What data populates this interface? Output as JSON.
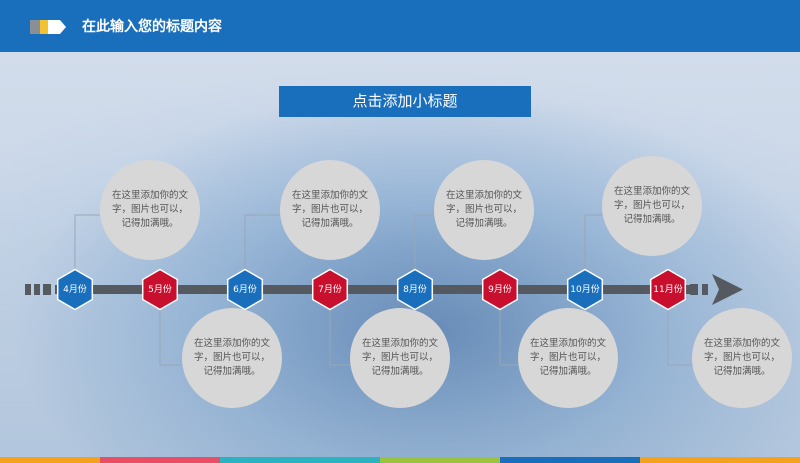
{
  "header": {
    "title": "在此输入您的标题内容"
  },
  "subtitle": "点击添加小标题",
  "months": [
    "4月份",
    "5月份",
    "6月份",
    "7月份",
    "8月份",
    "9月份",
    "10月份",
    "11月份"
  ],
  "bubble_text": "在这里添加你的文字，图片也可以，记得加满哦。",
  "colors": {
    "brand_blue": "#1a6fbd",
    "red": "#c8102e",
    "line": "#555a60",
    "bubble": "#d7d7d7"
  }
}
